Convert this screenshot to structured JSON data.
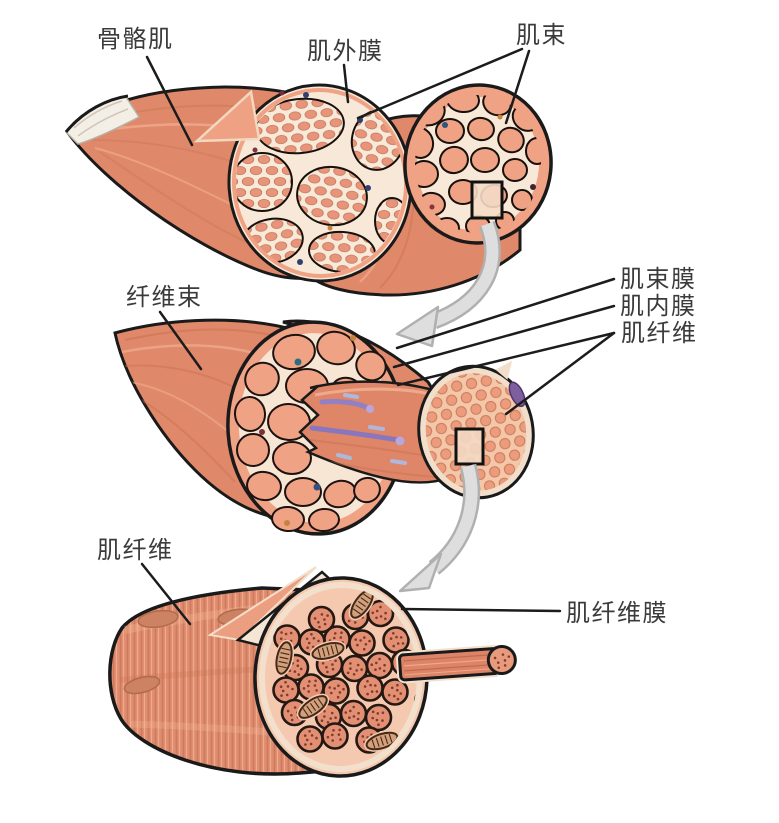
{
  "diagram": {
    "labels": {
      "skeletal_muscle": "骨骼肌",
      "epimysium": "肌外膜",
      "fascicle": "肌束",
      "fiber_bundle": "纤维束",
      "perimysium": "肌束膜",
      "endomysium": "肌内膜",
      "muscle_fiber_middle": "肌纤维",
      "muscle_fiber_bottom": "肌纤维",
      "sarcolemma": "肌纤维膜"
    },
    "palette": {
      "background": "#ffffff",
      "outline": "#1a1a1a",
      "label_text": "#3b3b3b",
      "muscle": "#e0886a",
      "muscle_light": "#efa284",
      "cream": "#f7e8d7",
      "cut_face_pink": "#f5c9b0",
      "fiber_dot": "#e8947a",
      "capillary_purple": "#8a76bd",
      "arrow_gray": "#dedede",
      "arrow_edge": "#b0b0b0",
      "myofibril": "#e28f74",
      "myofibril_dot": "#7e3c2c",
      "mitochondria": "#d3a07b"
    }
  }
}
